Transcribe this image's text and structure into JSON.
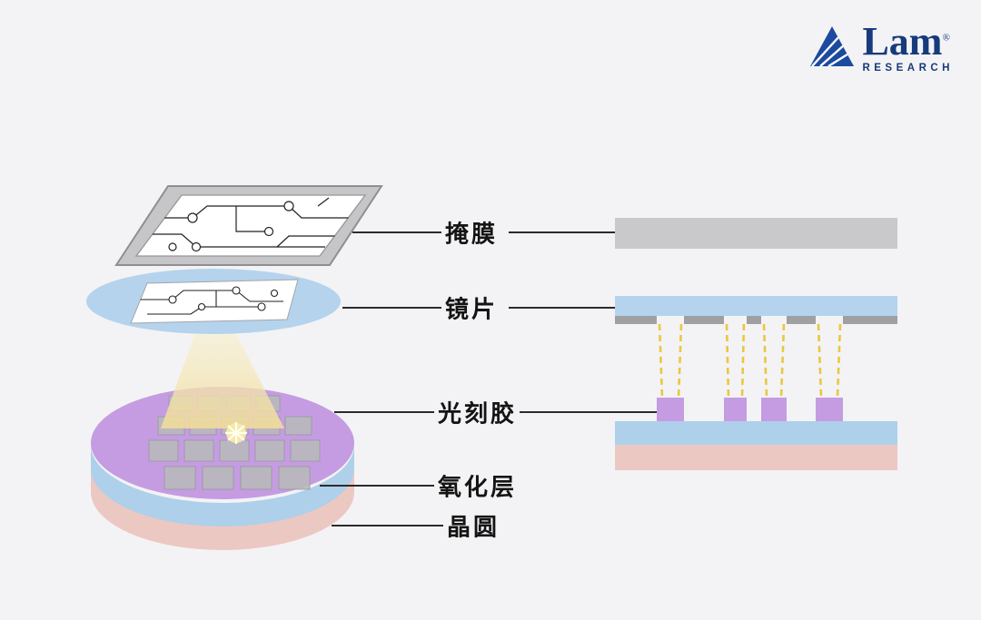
{
  "background": "#f3f3f5",
  "logo": {
    "word": "Lam",
    "registered": "®",
    "sub": "RESEARCH",
    "color": "#173a7c"
  },
  "labels": {
    "mask": "掩膜",
    "lens": "镜片",
    "photoresist": "光刻胶",
    "oxide": "氧化层",
    "wafer": "晶圆"
  },
  "colors": {
    "mask_bar_gray": "#c9c9cb",
    "mask_pattern_gray": "#9fa0a3",
    "lens_blue": "#b5d3ec",
    "photoresist_purple": "#c59ce2",
    "oxide_blue": "#aed0ea",
    "wafer_pink": "#ecc8c3",
    "light_ray_yellow": "#e9c83f",
    "light_cone_yellow": "#f3e1a0",
    "die_gray": "#b9b9bd",
    "connector_line": "#2b2b2b"
  }
}
